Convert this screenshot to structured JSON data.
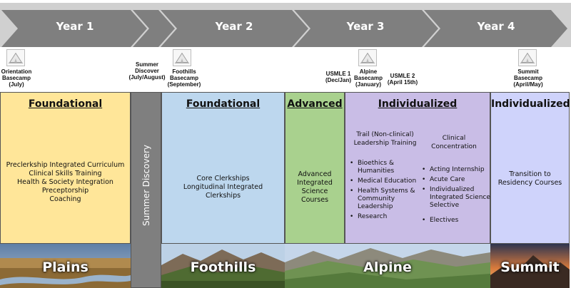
{
  "years": [
    "Year 1",
    "Year 2",
    "Year 3",
    "Year 4"
  ],
  "milestones": {
    "orientation": "Orientation\nBasecamp\n(July)",
    "summer": "Summer\nDiscover\n(July/August)",
    "foothills": "Foothills\nBasecamp\n(September)",
    "usmle1": "USMLE 1\n(Dec/Jan)",
    "alpine": "Alpine\nBasecamp\n(January)",
    "usmle2": "USMLE 2\n(April 15th)",
    "summit": "Summit\nBasecamp\n(April/May)"
  },
  "panels": {
    "foundational1": {
      "title": "Foundational",
      "lines": [
        "Preclerkship Integrated Curriculum",
        "Clinical Skills Training",
        "Health & Society Integration",
        "Preceptorship",
        "Coaching"
      ]
    },
    "summer_discovery": "Summer Discovery",
    "foundational2": {
      "title": "Foundational",
      "lines": [
        "Core Clerkships",
        "Longitudinal Integrated Clerkships"
      ]
    },
    "advanced": {
      "title": "Advanced",
      "lines": [
        "Advanced",
        "Integrated",
        "Science Courses"
      ]
    },
    "individualized1": {
      "title": "Individualized",
      "trail_heading": [
        "Trail (Non-clinical)",
        "Leadership Training"
      ],
      "trail_items": [
        "Bioethics & Humanities",
        "Medical Education",
        "Health Systems & Community Leadership",
        "Research"
      ],
      "clinical_heading": [
        "Clinical",
        "Concentration"
      ],
      "clinical_items": [
        "Acting Internship",
        "Acute Care",
        "Individualized Integrated Science Selective",
        "Electives"
      ]
    },
    "individualized2": {
      "title": "Individualized",
      "lines": [
        "Transition to",
        "Residency Courses"
      ]
    }
  },
  "stages": [
    "Plains",
    "Foothills",
    "Alpine",
    "Summit"
  ],
  "colors": {
    "arrow_dark": "#7f7f7f",
    "arrow_bar": "#d0d0d0",
    "foundational1": "#ffe699",
    "summer": "#7f7f7f",
    "foundational2": "#bdd7ee",
    "advanced": "#a9d18e",
    "individualized1": "#c9bde6",
    "individualized2": "#cfd3fb"
  }
}
